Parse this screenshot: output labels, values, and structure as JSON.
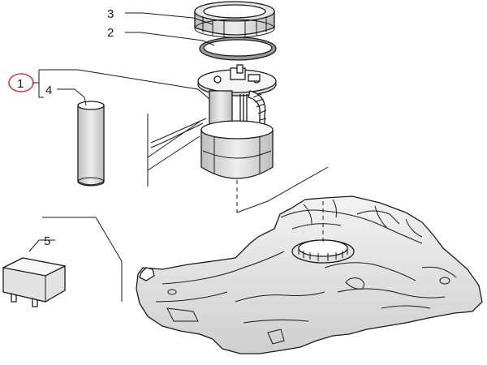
{
  "callouts": [
    {
      "id": "1",
      "label": "1",
      "highlighted": true
    },
    {
      "id": "2",
      "label": "2"
    },
    {
      "id": "3",
      "label": "3"
    },
    {
      "id": "4",
      "label": "4"
    },
    {
      "id": "5",
      "label": "5"
    }
  ],
  "colors": {
    "line": "#1a1a1a",
    "fill": "#ffffff",
    "shade": "#d6d6d6",
    "highlight": "#d93a4a"
  },
  "parts": [
    "lock-ring",
    "seal-ring",
    "fuel-pump-module",
    "filter-tube",
    "relay",
    "fuel-tank"
  ]
}
